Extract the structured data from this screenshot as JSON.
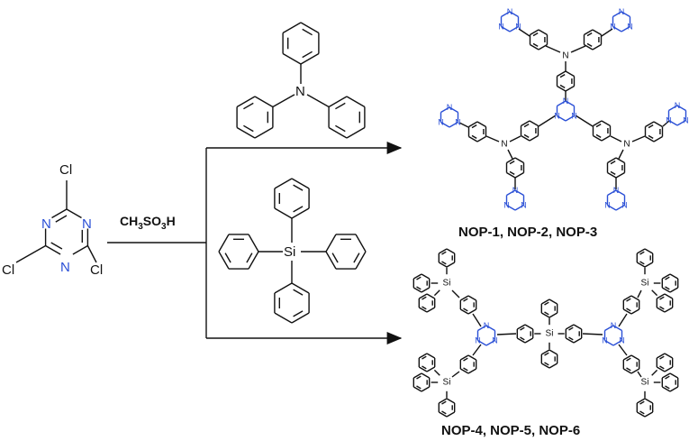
{
  "reactant": {
    "substituent_label": "Cl",
    "ring_atom_label": "N"
  },
  "reagent": {
    "acid_main": "CH",
    "acid_sub1": "3",
    "acid_mid": "SO",
    "acid_sub2": "3",
    "acid_end": "H"
  },
  "linker_top": {
    "center_atom": "N"
  },
  "linker_bottom": {
    "center_atom": "Si"
  },
  "product_top": {
    "amine_label": "N",
    "triazine_label": "N",
    "label": "NOP-1,  NOP-2,  NOP-3"
  },
  "product_bottom": {
    "silicon_label": "Si",
    "triazine_label": "N",
    "label": "NOP-4,  NOP-5,  NOP-6"
  },
  "colors": {
    "bond": "#111111",
    "nitrogen": "#2a4fd6"
  }
}
